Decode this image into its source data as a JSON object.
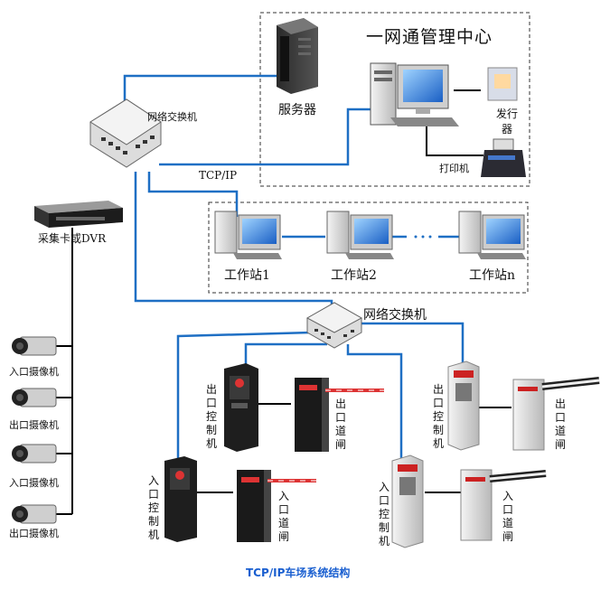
{
  "center": {
    "title": "一网通管理中心",
    "server": "服务器",
    "issuer": "发行器",
    "printer": "打印机"
  },
  "network": {
    "switch_top": "网络交换机",
    "tcpip": "TCP/IP",
    "switch_bottom": "网络交换机"
  },
  "dvr": {
    "label": "采集卡或DVR"
  },
  "workstations": [
    "工作站1",
    "工作站2",
    "工作站n"
  ],
  "cameras": [
    "入口摄像机",
    "出口摄像机",
    "入口摄像机",
    "出口摄像机"
  ],
  "devices": {
    "exit_controller": "出口控制机",
    "exit_gate": "出口道闸",
    "entry_controller": "入口控制机",
    "entry_gate": "入口道闸"
  },
  "caption": "TCP/IP车场系统结构",
  "colors": {
    "link": "#1e6fc4",
    "cable": "#000000",
    "dash": "#333333",
    "caption": "#1a5fd0"
  }
}
